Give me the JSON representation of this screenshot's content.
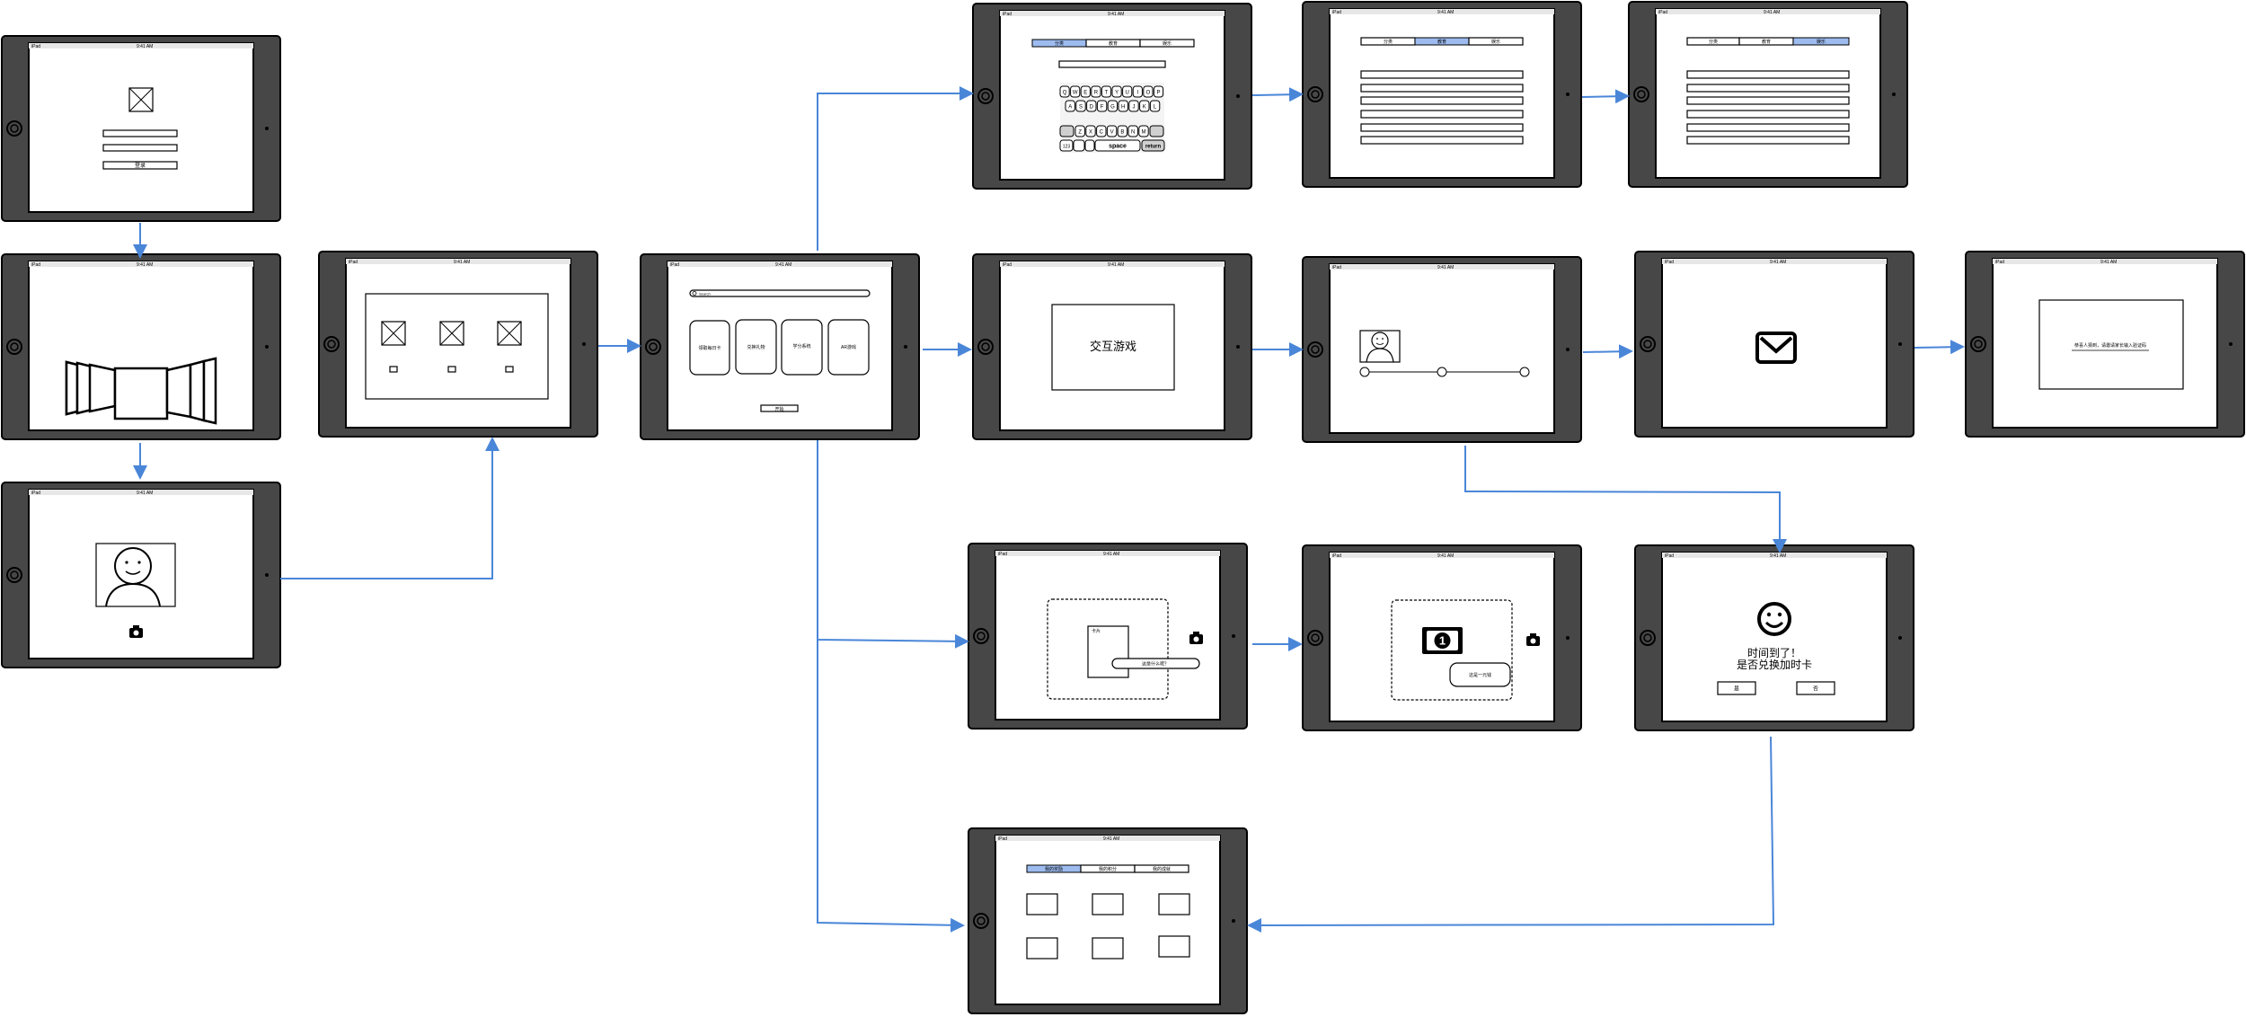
{
  "status_bar": {
    "carrier": "iPad",
    "time": "9:41 AM",
    "battery": "■"
  },
  "login": {
    "submit_label": "登录"
  },
  "home": {
    "search_placeholder": "Search",
    "cards": [
      "领取每日卡",
      "兑换礼物",
      "学分系统",
      "AR游戏"
    ],
    "start_label": "开始"
  },
  "segments_a": [
    "分类",
    "教育",
    "娱乐"
  ],
  "keyboard": {
    "row1": [
      "Q",
      "W",
      "E",
      "R",
      "T",
      "Y",
      "U",
      "I",
      "O",
      "P"
    ],
    "row2": [
      "A",
      "S",
      "D",
      "F",
      "G",
      "H",
      "J",
      "K",
      "L"
    ],
    "row3": [
      "Z",
      "X",
      "C",
      "V",
      "B",
      "N",
      "M"
    ],
    "space_label": "space",
    "return_label": "return",
    "num_label": "123"
  },
  "game": {
    "title": "交互游戏"
  },
  "message": {
    "text": "恭喜人猜到，请邀请家长输入验证码"
  },
  "camera_a": {
    "card_label": "卡片",
    "bubble": "这是什么呢？"
  },
  "camera_b": {
    "bubble": "这是一元钱"
  },
  "timeup": {
    "line1": "时间到了！",
    "line2": "是否兑换加时卡",
    "yes_label": "是",
    "no_label": "否"
  },
  "rewards": {
    "tabs": [
      "我的奖励",
      "我的积分",
      "我的成就"
    ]
  },
  "colors": {
    "bezel": "#474747",
    "flow_arrow": "#4a86d8",
    "selected_tab": "#9dbbef"
  }
}
